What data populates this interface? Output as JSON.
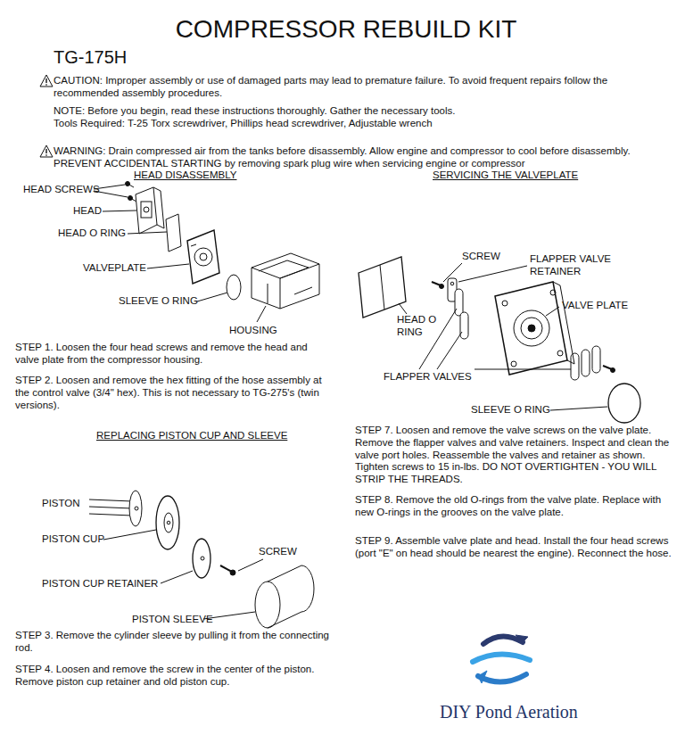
{
  "diagram": {
    "title": "COMPRESSOR REBUILD KIT",
    "labels": [
      "TG-175H",
      "CAUTION: Improper assembly or use of damaged parts may lead to premature failure. To avoid frequent repairs follow the recommended assembly procedures.",
      "NOTE: Before you begin, read these instructions thoroughly. Gather the necessary tools.",
      "Tools Required: T-25 Torx screwdriver, Phillips head screwdriver, Adjustable wrench",
      "WARNING: Drain compressed air from the tanks before disassembly. Allow engine and compressor to cool before disassembly.",
      "PREVENT ACCIDENTAL STARTING by removing spark plug wire when servicing engine or compressor",
      "HEAD DISASSEMBLY",
      "HEAD SCREWS",
      "HEAD",
      "HEAD O RING",
      "VALVEPLATE",
      "SLEEVE O RING",
      "HOUSING",
      "STEP 1. Loosen the four head screws and remove the head and valve plate from the compressor housing.",
      "STEP 2. Loosen and remove the hex fitting of the hose assembly at the control valve (3/4\" hex). This is not necessary to TG-275's (twin versions).",
      "REPLACING PISTON CUP AND SLEEVE",
      "PISTON",
      "SCREW",
      "PISTON CUP",
      "PISTON CUP RETAINER",
      "PISTON SLEEVE",
      "STEP 3. Remove the cylinder sleeve by pulling it from the connecting rod.",
      "STEP 4. Loosen and remove the screw in the center of the piston. Remove piston cup retainer and old piston cup.",
      "SERVICING THE VALVEPLATE",
      "SCREW",
      "FLAPPER VALVE RETAINER",
      "HEAD O RING",
      "VALVE PLATE",
      "FLAPPER VALVES",
      "SLEEVE O RING",
      "STEP 7. Loosen and remove the valve screws on the valve plate. Remove the flapper valves and valve retainers. Inspect and clean the valve port holes. Reassemble the valves and retainer as shown. Tighten screws to 15 in-lbs. DO NOT OVERTIGHTEN - YOU WILL STRIP THE THREADS.",
      "STEP 8. Remove the old O-rings from the valve plate. Replace with new O-rings in the grooves on the valve plate.",
      "STEP 9. Assemble valve plate and head. Install the four head screws (port \"E\" on head should be nearest the engine). Reconnect the hose.",
      "DIY Pond Aeration"
    ]
  }
}
